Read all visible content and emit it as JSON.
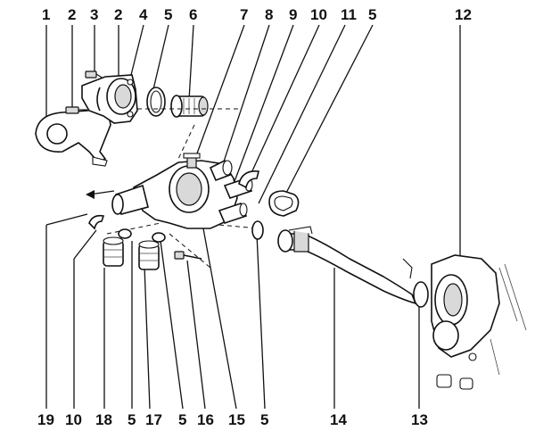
{
  "callouts": {
    "top": [
      "1",
      "2",
      "3",
      "2",
      "4",
      "5",
      "6",
      "7",
      "8",
      "9",
      "10",
      "11",
      "5",
      "12"
    ],
    "bottom": [
      "19",
      "10",
      "18",
      "5",
      "17",
      "5",
      "16",
      "15",
      "5",
      "14",
      "13"
    ]
  }
}
